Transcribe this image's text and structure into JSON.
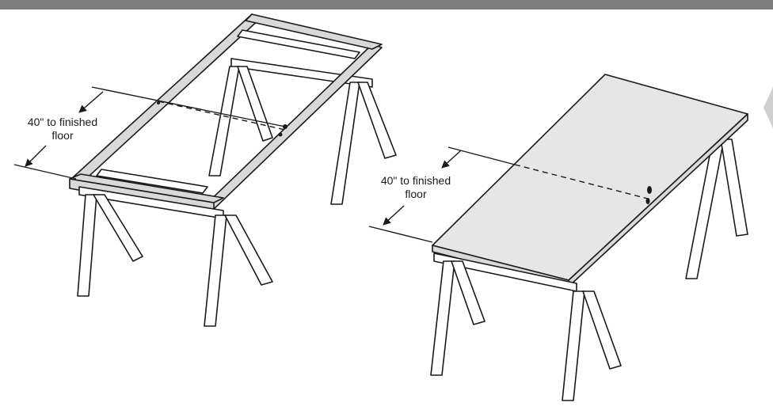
{
  "labels": {
    "left_dimension": "40\" to finished floor",
    "right_dimension": "40\" to finished floor"
  },
  "colors": {
    "top_bar": "#7f7f7f",
    "line": "#1a1a1a",
    "frame_fill": "#d9d9d9",
    "panel_fill": "#e6e6e6",
    "page_tab": "#d0d0d0"
  },
  "figures": [
    {
      "name": "door-frame-on-sawhorses"
    },
    {
      "name": "door-slab-on-sawhorses"
    }
  ]
}
